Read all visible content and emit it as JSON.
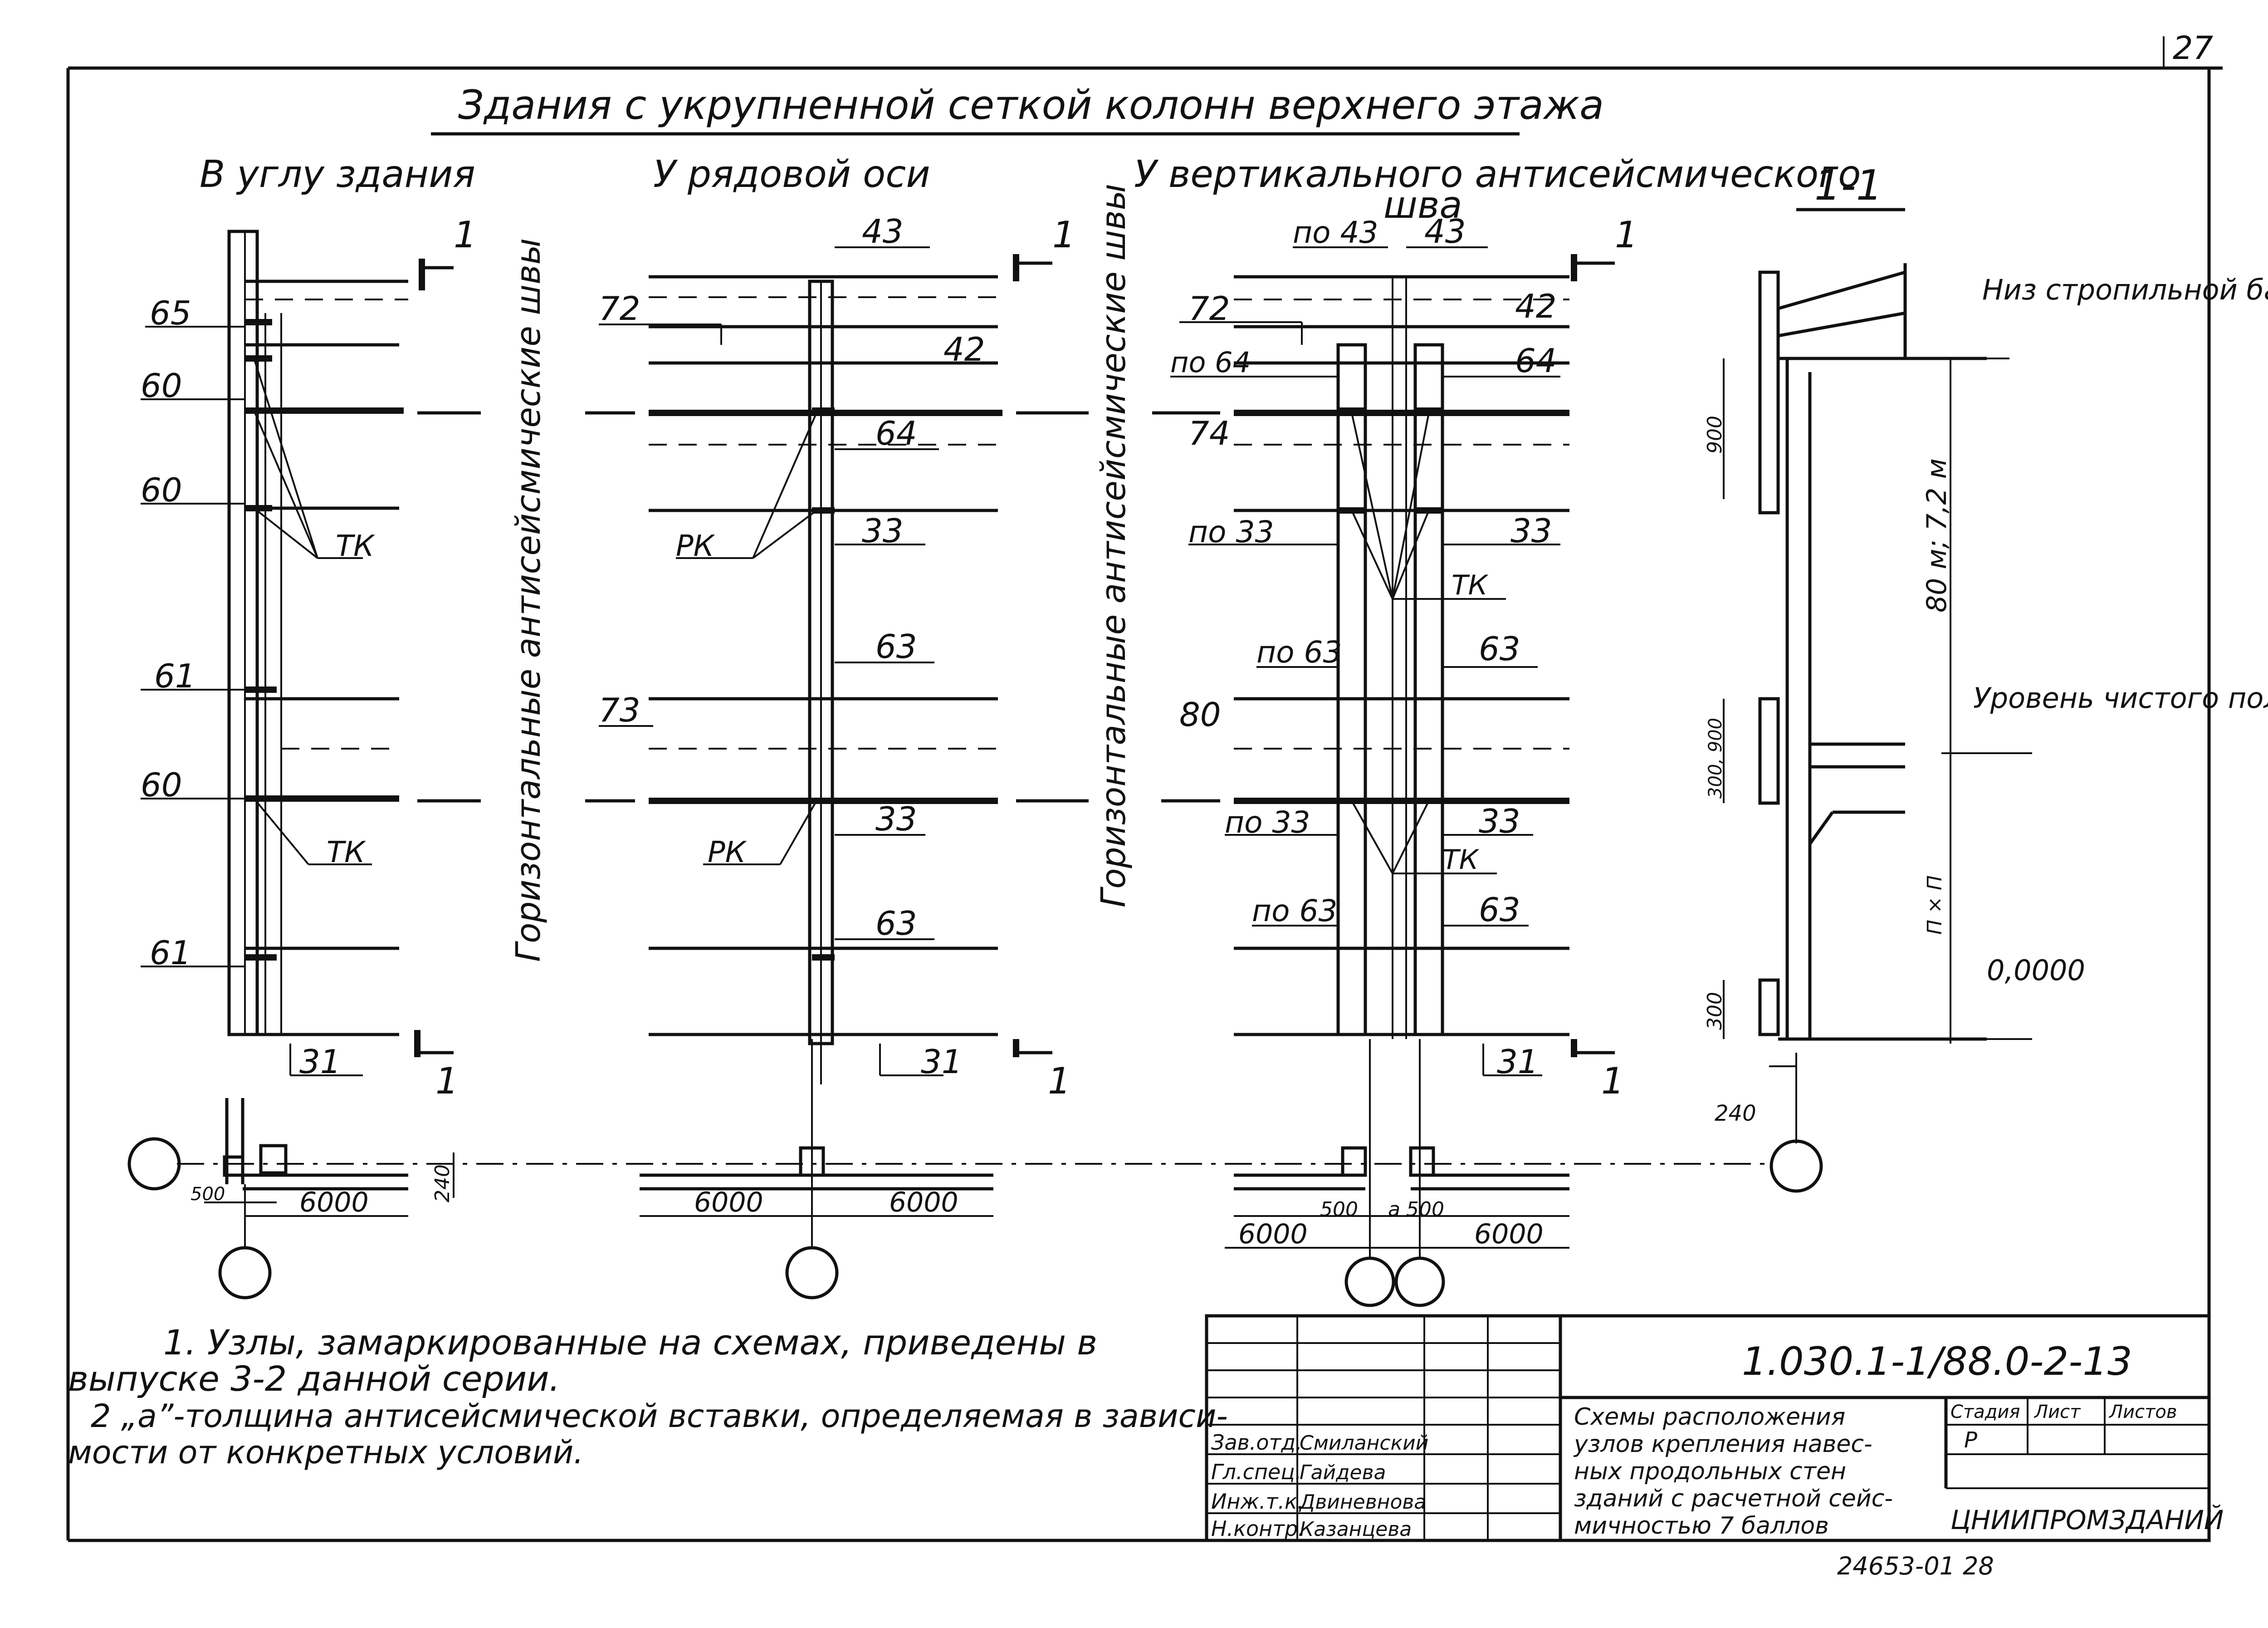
{
  "sheet": {
    "page_number": "27",
    "main_title": "Здания с укрупненной сеткой колонн верхнего этажа",
    "stamp_code": "24653-01 28"
  },
  "views": {
    "corner": "В углу здания",
    "row_axis": "У рядовой оси",
    "seismic_joint_line1": "У вертикального антисейсмического",
    "seismic_joint_line2": "шва",
    "section": "1-1"
  },
  "vertical_notes": {
    "left": "Горизонтальные антисейсмические швы",
    "right": "Горизонтальные антисейсмические швы"
  },
  "corner_labels": [
    "65",
    "60",
    "60",
    "ТК",
    "61",
    "60",
    "ТК",
    "61",
    "31",
    "1",
    "1"
  ],
  "row_labels": [
    "43",
    "1",
    "72",
    "42",
    "64",
    "РК",
    "33",
    "63",
    "73",
    "33",
    "РК",
    "63",
    "31",
    "1"
  ],
  "joint_labels": [
    "по 43",
    "43",
    "1",
    "72",
    "42",
    "по 64",
    "64",
    "74",
    "по 33",
    "33",
    "ТК",
    "по 63",
    "63",
    "80",
    "по 33",
    "33",
    "ТК",
    "по 63",
    "63",
    "31",
    "1"
  ],
  "section_labels": {
    "rafter": "Низ стропильной балки",
    "floor": "Уровень чистого пола",
    "height": "80 м; 7,2 м",
    "lower": "П × П",
    "zero": "0,0000",
    "d900": "900",
    "d300_900": "300, 900",
    "d300": "300",
    "d240": "240"
  },
  "plan_dims": {
    "corner_500": "500",
    "corner_6000": "6000",
    "corner_240": "240",
    "row_6000_left": "6000",
    "row_6000_right": "6000",
    "joint_6000_left": "6000",
    "joint_500_left": "500",
    "joint_a": "a",
    "joint_500_right": "500",
    "joint_6000_right": "6000"
  },
  "notes": {
    "n1_line1": "1. Узлы, замаркированные на схемах, приведены в",
    "n1_line2": "выпуске 3-2 данной серии.",
    "n2_line1": "2 „а”-толщина антисейсмической вставки, определяемая в зависи-",
    "n2_line2": "мости от конкретных условий."
  },
  "title_block": {
    "doc_code": "1.030.1-1/88.0-2-13",
    "roles": [
      "Зав.отд.",
      "Гл.спец.",
      "Инж.т.к.",
      "Н.контр."
    ],
    "names": [
      "Смиланский",
      "Гайдева",
      "Двиневнова",
      "Казанцева"
    ],
    "description_lines": [
      "Схемы расположения",
      "узлов крепления навес-",
      "ных продольных стен",
      "зданий с расчетной сейс-",
      "мичностью 7 баллов"
    ],
    "stage_header": "Стадия",
    "sheet_header": "Лист",
    "sheets_header": "Листов",
    "stage_value": "Р",
    "organization": "ЦНИИПРОМЗДАНИЙ"
  }
}
